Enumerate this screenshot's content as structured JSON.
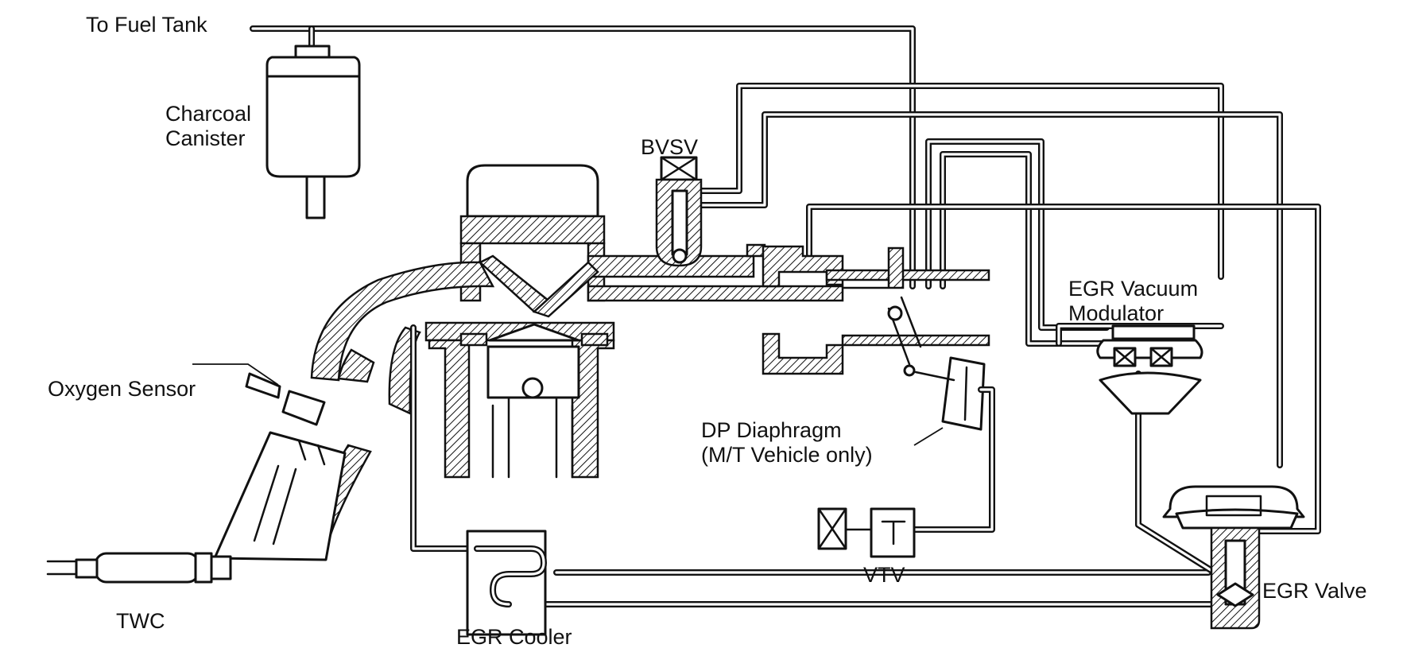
{
  "labels": {
    "to_fuel_tank": "To Fuel Tank",
    "charcoal_canister": [
      "Charcoal",
      "Canister"
    ],
    "bvsv": "BVSV",
    "egr_vacuum_modulator": [
      "EGR Vacuum",
      "Modulator"
    ],
    "oxygen_sensor": "Oxygen Sensor",
    "dp_diaphragm": [
      "DP Diaphragm",
      "(M/T Vehicle only)"
    ],
    "vtv": "VTV",
    "egr_valve": "EGR Valve",
    "twc": "TWC",
    "egr_cooler": "EGR Cooler"
  }
}
